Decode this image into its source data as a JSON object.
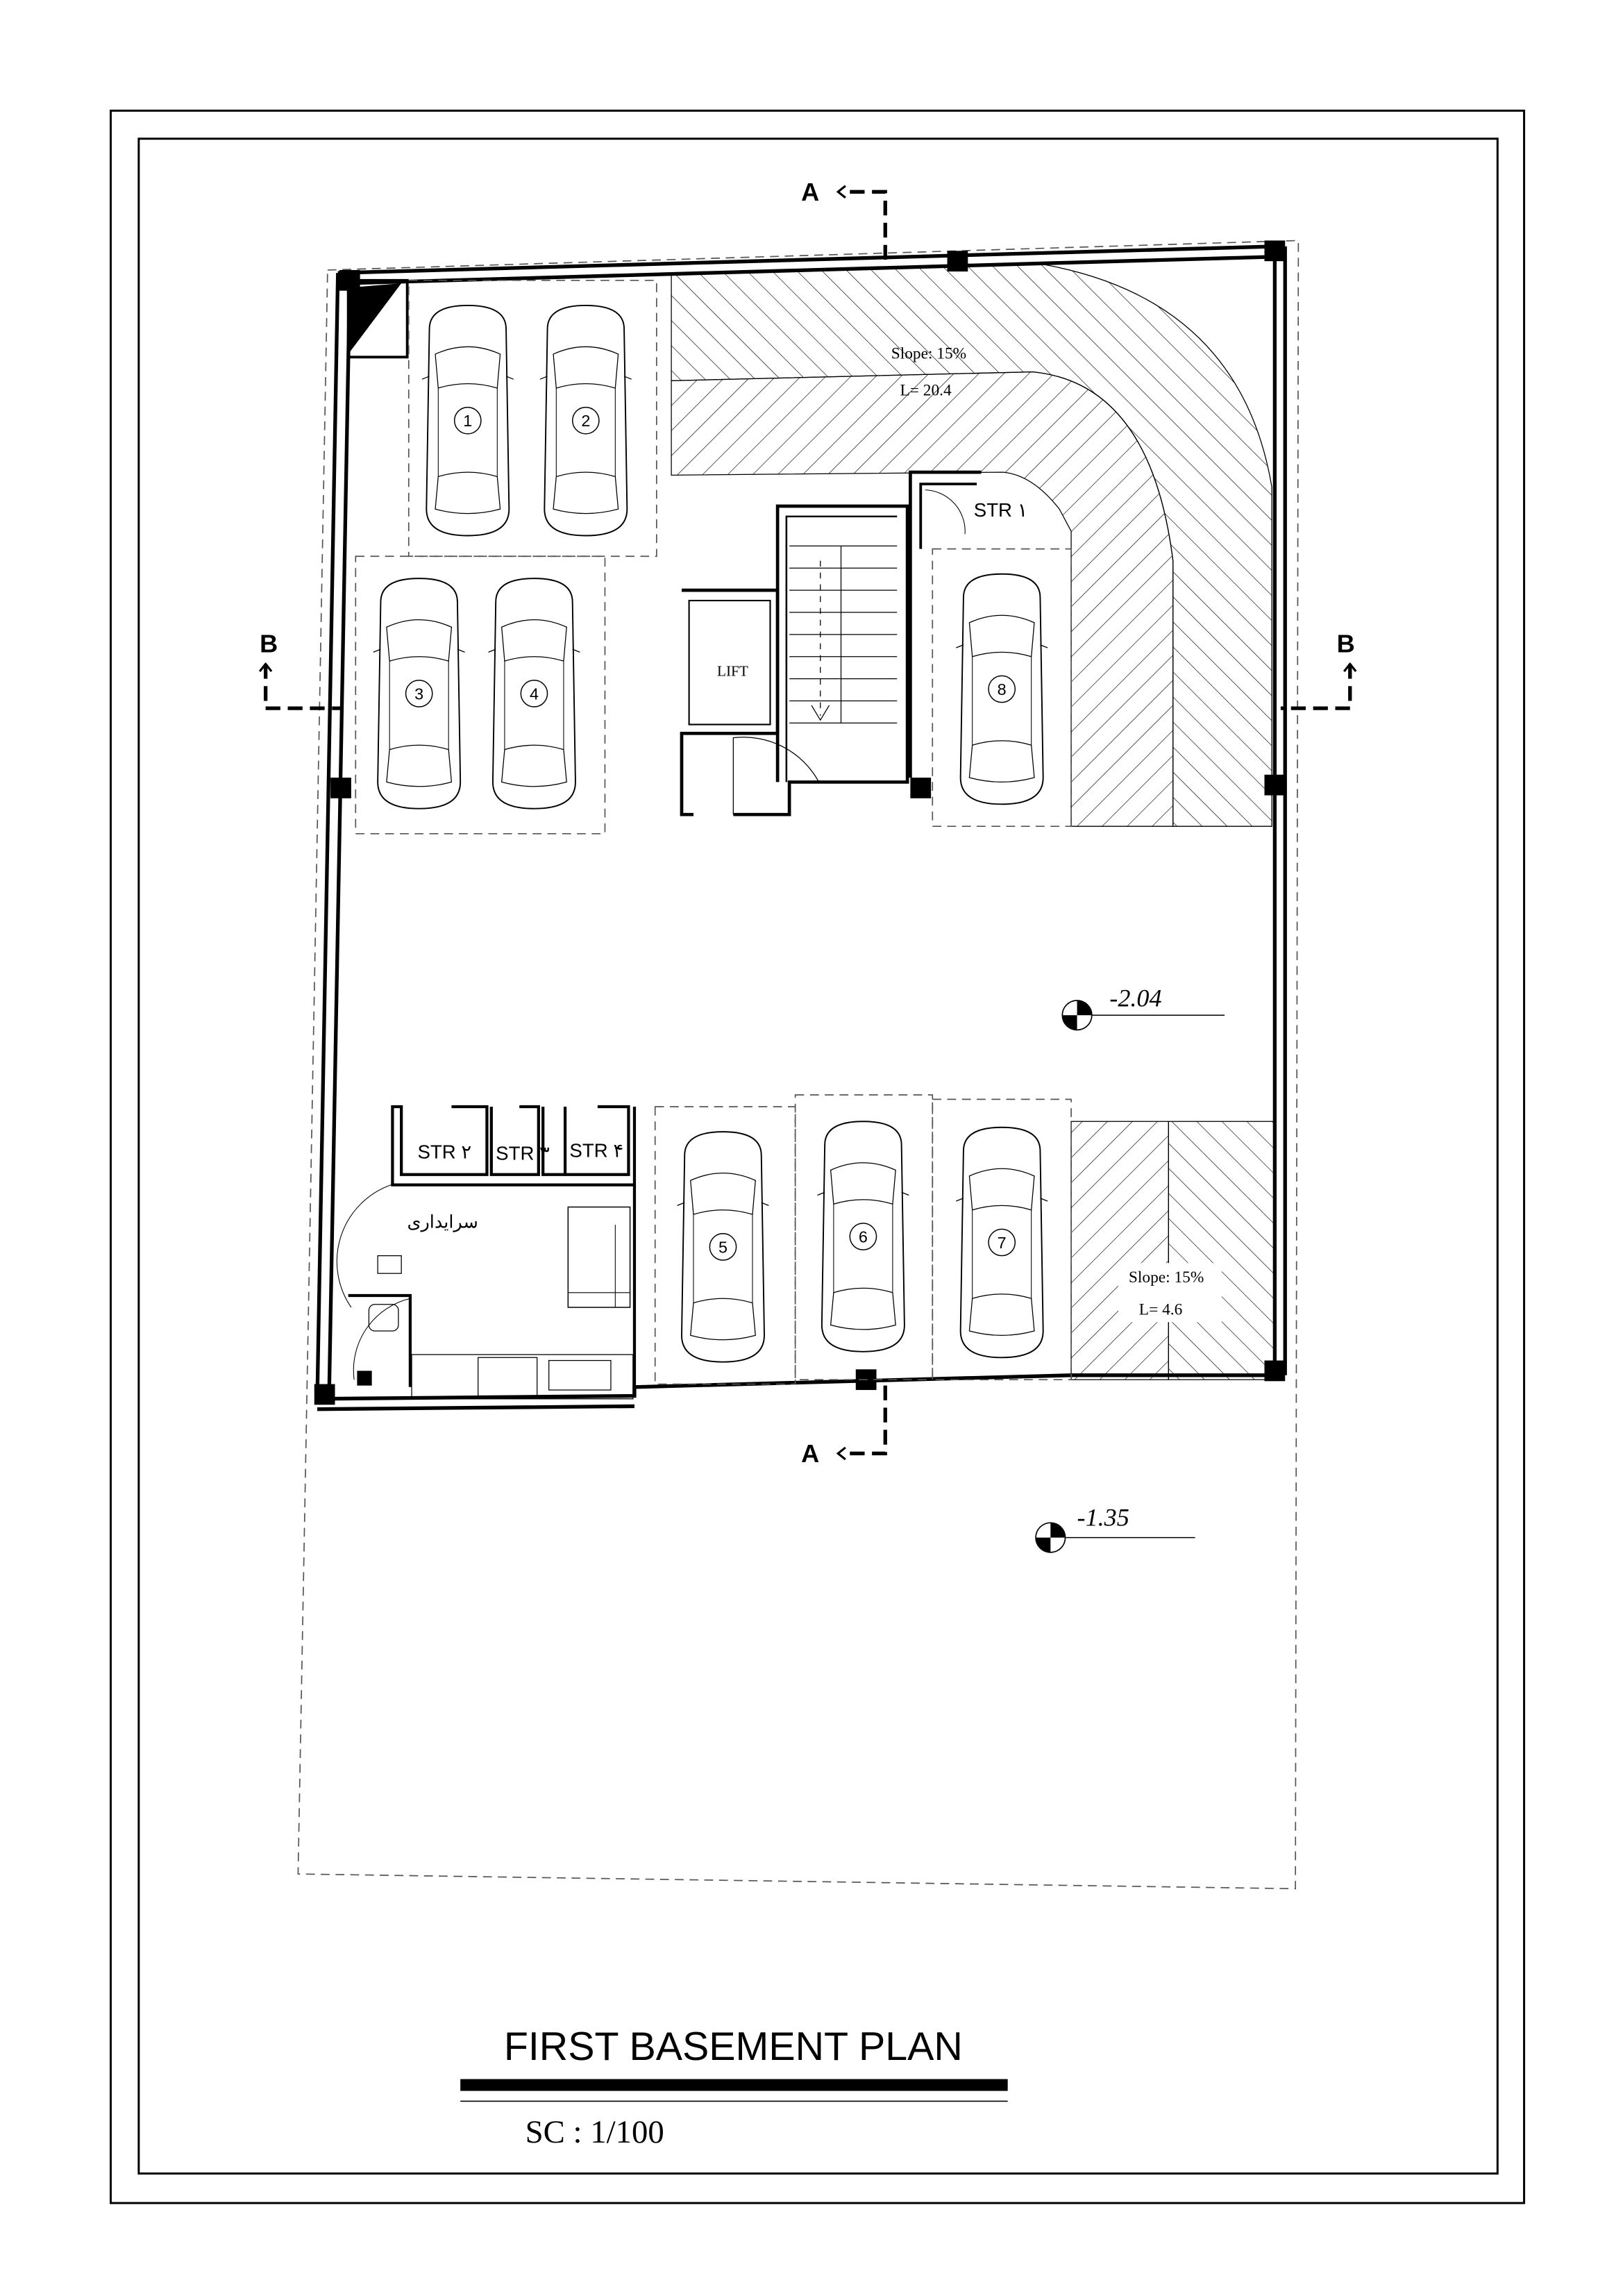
{
  "title": "FIRST BASEMENT PLAN",
  "scale": "SC :  1/100",
  "ramps": [
    {
      "slope": "Slope: 15%",
      "length": "L= 20.4"
    },
    {
      "slope": "Slope: 15%",
      "length": "L= 4.6"
    }
  ],
  "rooms": {
    "lift": "LIFT",
    "caretaker": "سرایداری",
    "stores": [
      "STR ۱",
      "STR ۲",
      "STR ۳",
      "STR ۴"
    ]
  },
  "parking_numbers": [
    "1",
    "2",
    "3",
    "4",
    "5",
    "6",
    "7",
    "8"
  ],
  "levels": [
    "-2.04",
    "-1.35"
  ],
  "sections": {
    "a": "A",
    "b": "B"
  },
  "colors": {
    "line": "#000000",
    "background": "#ffffff"
  }
}
